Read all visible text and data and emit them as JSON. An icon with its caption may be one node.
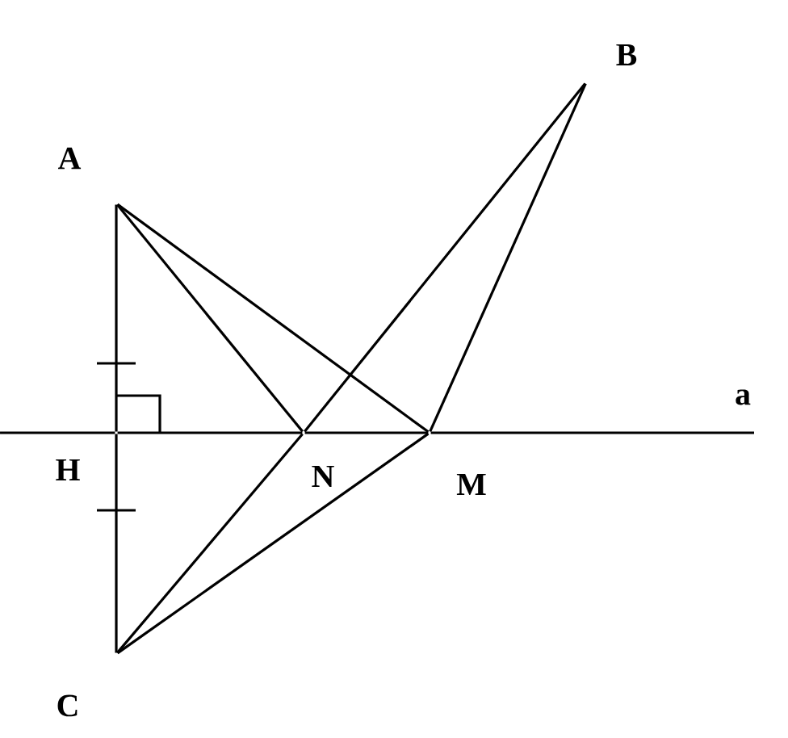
{
  "diagram": {
    "nodes": [
      {
        "text": [
          "A"
        ]
      },
      {
        "text": [
          "B"
        ]
      },
      {
        "text": [
          "C"
        ]
      },
      {
        "text": [
          "H"
        ]
      },
      {
        "text": [
          "N"
        ]
      },
      {
        "text": [
          "M"
        ]
      }
    ],
    "edges": [
      {
        "from": 0,
        "to": 3,
        "arrow": "none"
      },
      {
        "from": 3,
        "to": 2,
        "arrow": "none"
      },
      {
        "from": 0,
        "to": 4,
        "arrow": "none"
      },
      {
        "from": 0,
        "to": 5,
        "arrow": "none"
      },
      {
        "from": 2,
        "to": 4,
        "arrow": "none"
      },
      {
        "from": 4,
        "to": 1,
        "arrow": "none"
      },
      {
        "from": 2,
        "to": 5,
        "arrow": "none"
      },
      {
        "from": 5,
        "to": 1,
        "arrow": "none"
      },
      {
        "from": null,
        "to": 3,
        "arrow": "none"
      },
      {
        "from": 3,
        "to": 4,
        "arrow": "none"
      },
      {
        "from": 4,
        "to": 5,
        "arrow": "none"
      },
      {
        "from": 5,
        "to": null,
        "arrow": "none"
      }
    ],
    "labels": [
      "a"
    ]
  }
}
